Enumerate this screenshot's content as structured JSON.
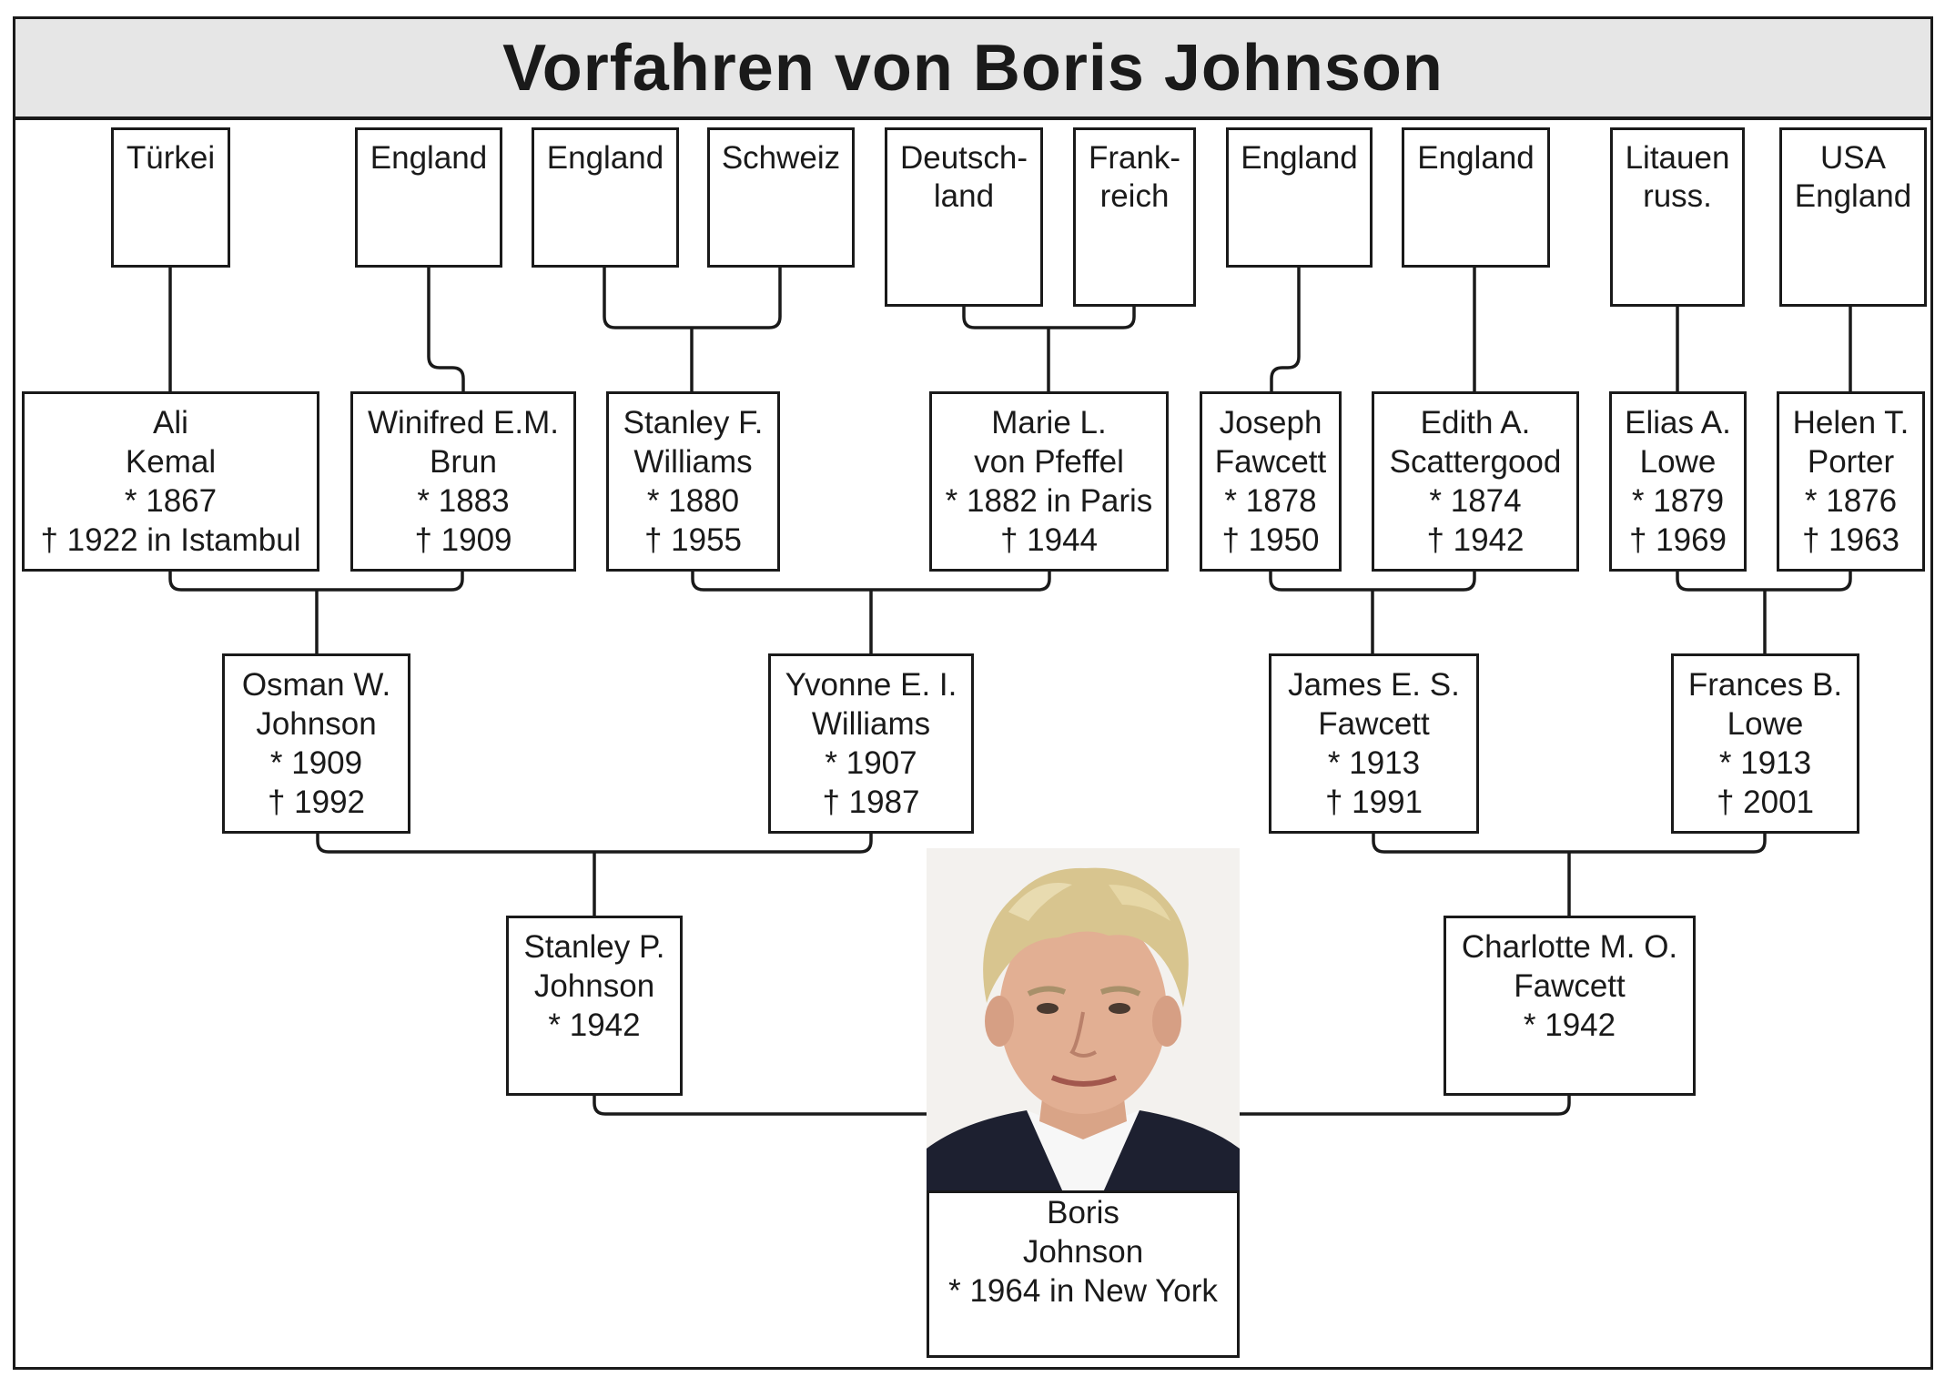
{
  "title": "Vorfahren von Boris Johnson",
  "origins": [
    {
      "id": "o1",
      "lines": [
        "Türkei"
      ]
    },
    {
      "id": "o2",
      "lines": [
        "England"
      ]
    },
    {
      "id": "o3",
      "lines": [
        "England"
      ]
    },
    {
      "id": "o4",
      "lines": [
        "Schweiz"
      ]
    },
    {
      "id": "o5",
      "lines": [
        "Deutsch-",
        "land"
      ]
    },
    {
      "id": "o6",
      "lines": [
        "Frank-",
        "reich"
      ]
    },
    {
      "id": "o7",
      "lines": [
        "England"
      ]
    },
    {
      "id": "o8",
      "lines": [
        "England"
      ]
    },
    {
      "id": "o9",
      "lines": [
        "Litauen",
        "russ."
      ]
    },
    {
      "id": "o10",
      "lines": [
        "USA",
        "England"
      ]
    }
  ],
  "great_grandparents": [
    {
      "name1": "Ali",
      "name2": "Kemal",
      "born": "* 1867",
      "died": "† 1922 in Istambul"
    },
    {
      "name1": "Winifred E.M.",
      "name2": "Brun",
      "born": "* 1883",
      "died": "† 1909"
    },
    {
      "name1": "Stanley F.",
      "name2": "Williams",
      "born": "* 1880",
      "died": "† 1955"
    },
    {
      "name1": "Marie L.",
      "name2": "von Pfeffel",
      "born": "* 1882 in Paris",
      "died": "† 1944"
    },
    {
      "name1": "Joseph",
      "name2": "Fawcett",
      "born": "* 1878",
      "died": "† 1950"
    },
    {
      "name1": "Edith A.",
      "name2": "Scattergood",
      "born": "* 1874",
      "died": "† 1942"
    },
    {
      "name1": "Elias A.",
      "name2": "Lowe",
      "born": "* 1879",
      "died": "† 1969"
    },
    {
      "name1": "Helen T.",
      "name2": "Porter",
      "born": "* 1876",
      "died": "† 1963"
    }
  ],
  "grandparents": [
    {
      "name1": "Osman W.",
      "name2": "Johnson",
      "born": "* 1909",
      "died": "† 1992"
    },
    {
      "name1": "Yvonne E. I.",
      "name2": "Williams",
      "born": "* 1907",
      "died": "† 1987"
    },
    {
      "name1": "James E. S.",
      "name2": "Fawcett",
      "born": "* 1913",
      "died": "† 1991"
    },
    {
      "name1": "Frances B.",
      "name2": "Lowe",
      "born": "* 1913",
      "died": "† 2001"
    }
  ],
  "parents": [
    {
      "name1": "Stanley P.",
      "name2": "Johnson",
      "born": "* 1942"
    },
    {
      "name1": "Charlotte M. O.",
      "name2": "Fawcett",
      "born": "* 1942"
    }
  ],
  "subject": {
    "name1": "Boris",
    "name2": "Johnson",
    "born": "* 1964 in New York"
  },
  "colors": {
    "line": "#1a1a1a",
    "title_bg": "#e6e6e6",
    "box_bg": "#ffffff"
  }
}
